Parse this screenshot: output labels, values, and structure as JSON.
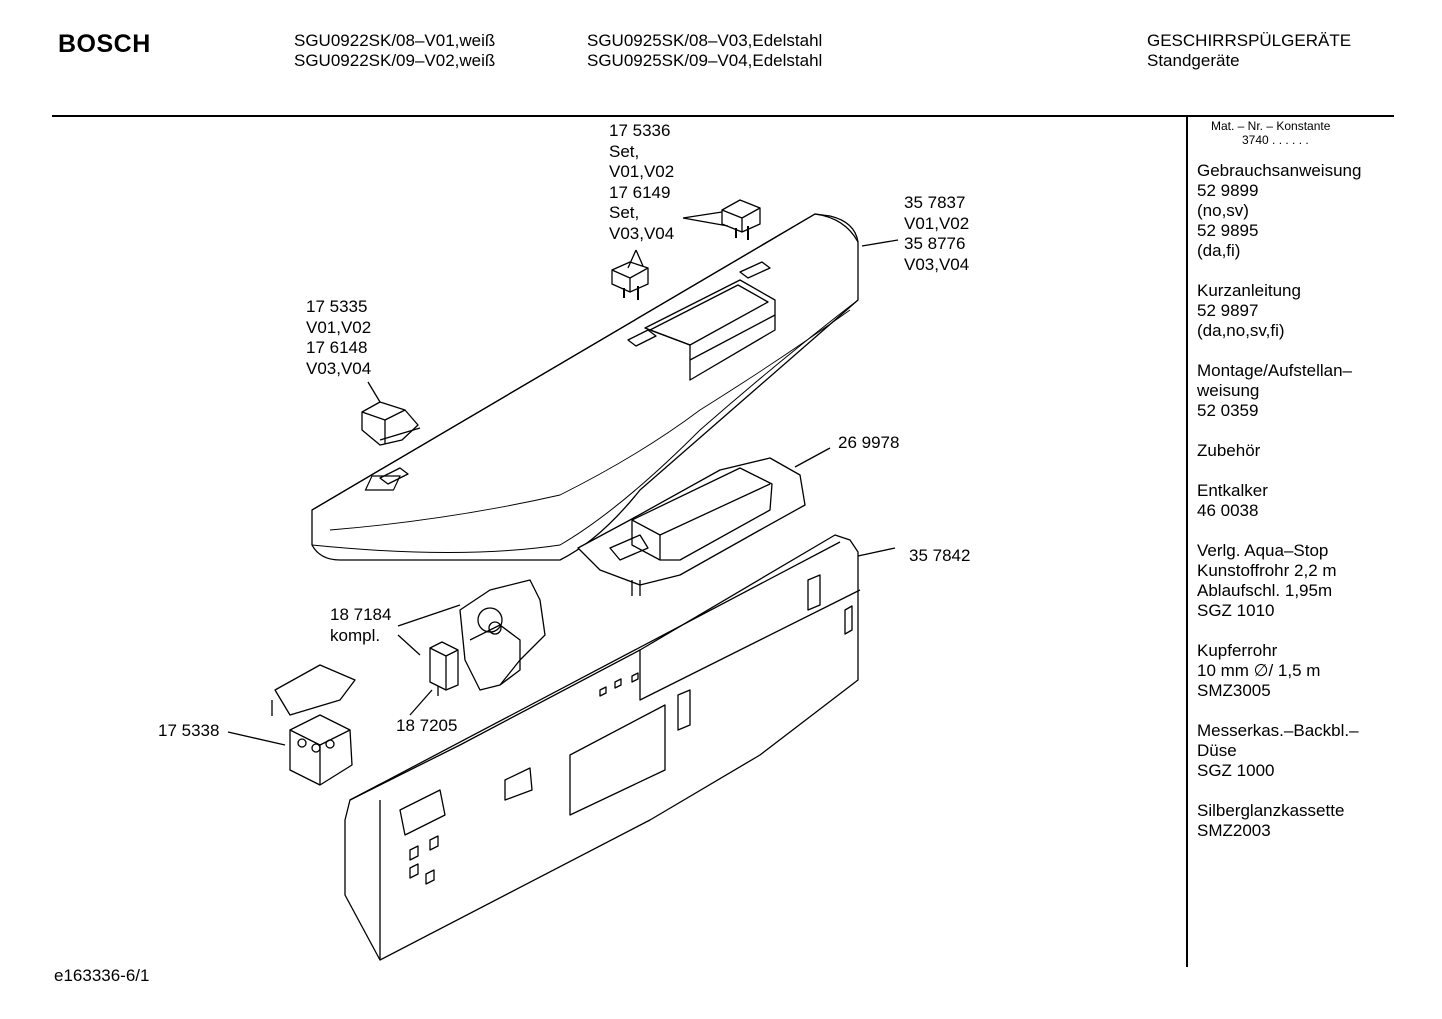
{
  "header": {
    "brand": "BOSCH",
    "models_col1": [
      "SGU0922SK/08–V01,weiß",
      "SGU0922SK/09–V02,weiß"
    ],
    "models_col2": [
      "SGU0925SK/08–V03,Edelstahl",
      "SGU0925SK/09–V04,Edelstahl"
    ],
    "category": "GESCHIRRSPÜLGERÄTE",
    "subcategory": "Standgeräte"
  },
  "sidebar": {
    "mat_header": "Mat. – Nr. – Konstante",
    "mat_value": "3740 . . . . . .",
    "blocks": [
      [
        "Gebrauchsanweisung",
        "52 9899",
        "(no,sv)",
        "52 9895",
        "(da,fi)"
      ],
      [
        "Kurzanleitung",
        "52 9897",
        "(da,no,sv,fi)"
      ],
      [
        "Montage/Aufstellan–",
        "weisung",
        "52 0359"
      ],
      [
        "Zubehör"
      ],
      [
        "Entkalker",
        "46 0038"
      ],
      [
        "Verlg. Aqua–Stop",
        "Kunstoffrohr 2,2 m",
        "Ablaufschl. 1,95m",
        "SGZ 1010"
      ],
      [
        "Kupferrohr",
        "10 mm ∅/ 1,5 m",
        "SMZ3005"
      ],
      [
        "Messerkas.–Backbl.–",
        "Düse",
        "SGZ 1000"
      ],
      [
        "Silberglanzkassette",
        "SMZ2003"
      ]
    ]
  },
  "parts": {
    "p175336": [
      "17 5336",
      "Set,",
      "V01,V02",
      "17 6149",
      "Set,",
      "V03,V04"
    ],
    "p357837": [
      "35 7837",
      "V01,V02",
      "35 8776",
      "V03,V04"
    ],
    "p175335": [
      "17 5335",
      "V01,V02",
      "17 6148",
      "V03,V04"
    ],
    "p269978": [
      "26 9978"
    ],
    "p357842": [
      "35 7842"
    ],
    "p187184": [
      "18 7184",
      "kompl."
    ],
    "p187205": [
      "18 7205"
    ],
    "p175338": [
      "17 5338"
    ]
  },
  "footer": {
    "drawing_id": "e163336-6/1"
  }
}
